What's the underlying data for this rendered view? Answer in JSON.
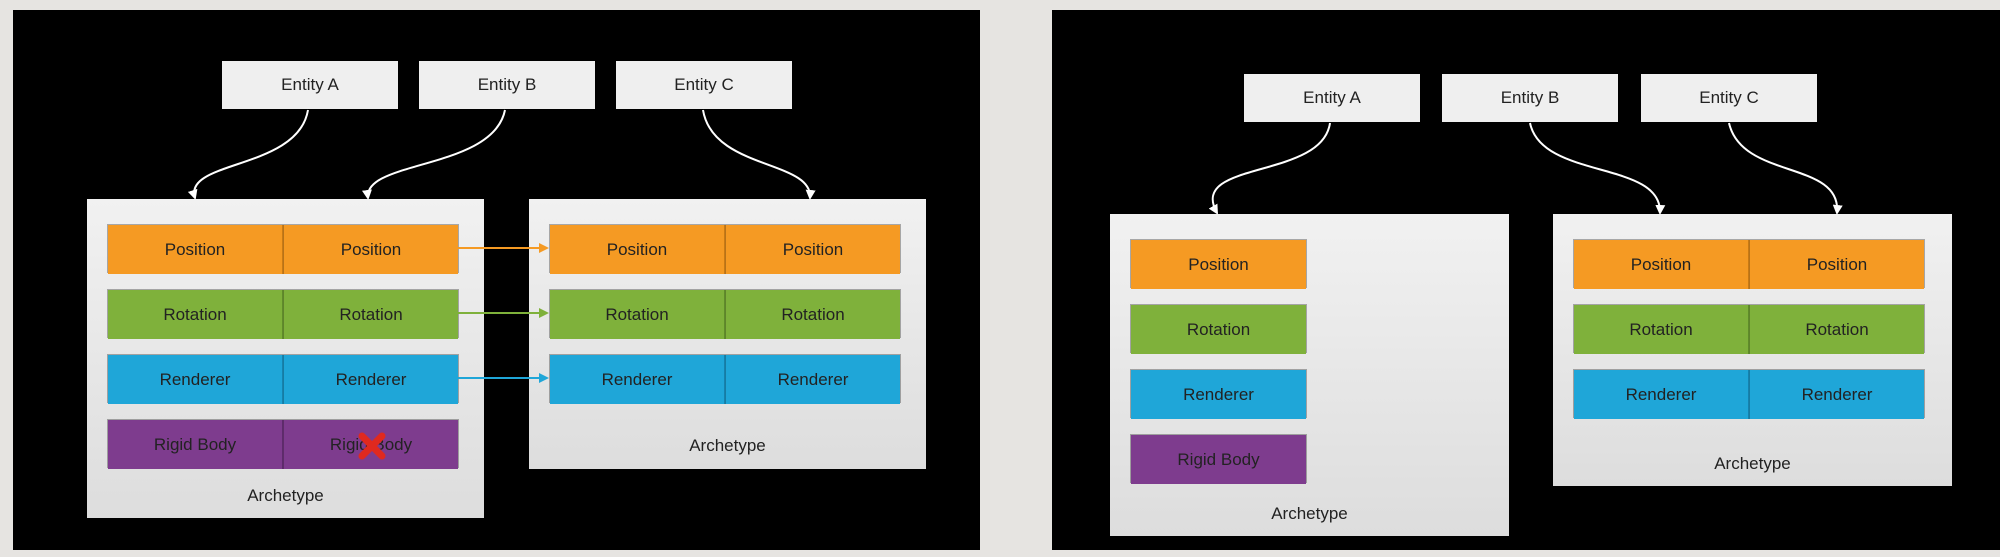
{
  "left": {
    "entities": [
      "Entity A",
      "Entity B",
      "Entity C"
    ],
    "archetype_main": {
      "rows": [
        [
          "Position",
          "Position"
        ],
        [
          "Rotation",
          "Rotation"
        ],
        [
          "Renderer",
          "Renderer"
        ],
        [
          "Rigid Body",
          "Rigid Body"
        ]
      ],
      "label": "Archetype"
    },
    "archetype_target": {
      "rows": [
        [
          "Position",
          "Position"
        ],
        [
          "Rotation",
          "Rotation"
        ],
        [
          "Renderer",
          "Renderer"
        ]
      ],
      "label": "Archetype"
    }
  },
  "right": {
    "entities": [
      "Entity A",
      "Entity B",
      "Entity C"
    ],
    "archetype_a": {
      "rows": [
        "Position",
        "Rotation",
        "Renderer",
        "Rigid Body"
      ],
      "label": "Archetype"
    },
    "archetype_bc": {
      "rows": [
        [
          "Position",
          "Position"
        ],
        [
          "Rotation",
          "Rotation"
        ],
        [
          "Renderer",
          "Renderer"
        ]
      ],
      "label": "Archetype"
    }
  },
  "colors": {
    "position": "#f59a23",
    "rotation": "#7fb13b",
    "renderer": "#1fa6d8",
    "rigid_body": "#7e3c8e",
    "remove_mark": "#e0291f"
  },
  "icons": [
    "remove-x-icon"
  ]
}
